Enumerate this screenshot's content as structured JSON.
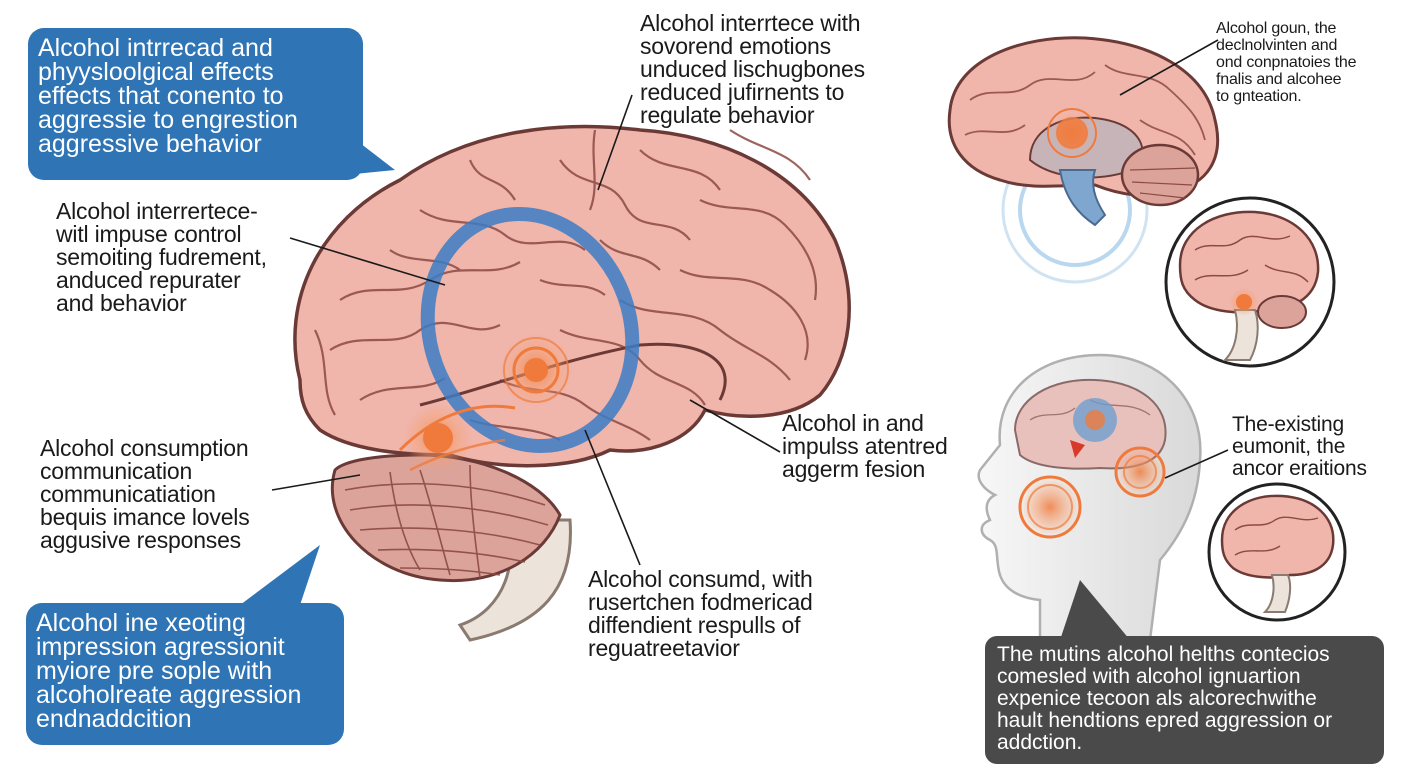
{
  "colors": {
    "brain_fill": "#f0b5ab",
    "brain_stroke": "#6b3a36",
    "highlight_blue": "#3b7cc6",
    "hotspot_orange": "#f07a3c",
    "callout_blue": "#2f74b5",
    "callout_dark": "#4a4a4a"
  },
  "callouts": {
    "top_left": [
      "Alcohol intrrecad and",
      "phyysloolgical effects",
      "effects that conento to",
      "aggressie to engrestion",
      "aggressive behavior"
    ],
    "bottom_left": [
      "Alcohol ine xeoting",
      "impression agressionit",
      "myiore pre sople with",
      "alcoholreate aggression",
      "endnaddcition"
    ],
    "bottom_right": [
      "The mutins alcohol helths contecios",
      "comesled with alcohol ignuartion",
      "expenice tecoon als alcorechwithe",
      "hault hendtions epred aggression or",
      "addction."
    ]
  },
  "labels": {
    "top_center": [
      "Alcohol interrtece with",
      "sovorend emotions",
      "unduced lischugbones",
      "reduced jufirnents to",
      "regulate behavior"
    ],
    "left_upper": [
      "Alcohol interrertece-",
      "witl impuse control",
      "semoiting fudrement,",
      "anduced repurater",
      "and behavior"
    ],
    "left_lower": [
      "Alcohol consumption",
      "communication",
      "communicatiation",
      "bequis imance lovels",
      "aggusive responses"
    ],
    "center_right": [
      "Alcohol in and",
      "impulss atentred",
      "aggerm fesion"
    ],
    "center_bottom": [
      "Alcohol consumd, with",
      "rusertchen fodmericad",
      "diffendient respulls of",
      "reguatreetavior"
    ],
    "top_right": [
      "Alcohol goun, the",
      "declnolvinten and",
      "ond conpnatoies the",
      "fnalis and alcohee",
      "to gnteation."
    ],
    "mid_right": [
      "The-existing",
      "eumonit, the",
      "ancor eraitions"
    ]
  }
}
